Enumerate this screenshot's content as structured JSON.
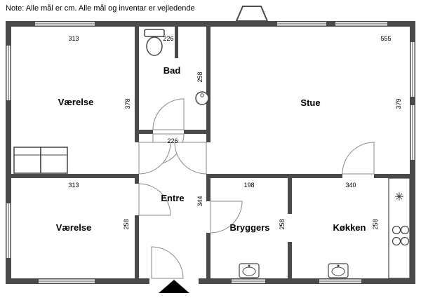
{
  "note": "Note: Alle mål er cm. Alle mål og inventar er vejledende",
  "rooms": {
    "vaerelse1": {
      "label": "Værelse",
      "width": "313",
      "height": "378"
    },
    "bad": {
      "label": "Bad",
      "width": "226",
      "height": "258"
    },
    "stue": {
      "label": "Stue",
      "width": "555",
      "height": "379"
    },
    "entre": {
      "label": "Entre",
      "width": "226",
      "height": "344"
    },
    "vaerelse2": {
      "label": "Værelse",
      "width": "313",
      "height": "258"
    },
    "bryggers": {
      "label": "Bryggers",
      "width": "198",
      "height": "258"
    },
    "koekken": {
      "label": "Køkken",
      "width": "340",
      "height": "258"
    }
  },
  "symbols": {
    "hob": "✳"
  },
  "colors": {
    "wall": "#4a4a4a",
    "thin_line": "#888888"
  }
}
